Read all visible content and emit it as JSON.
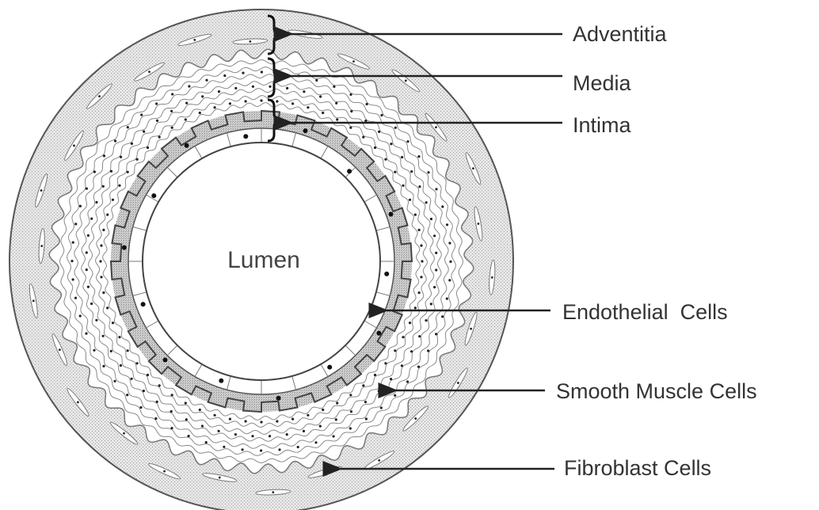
{
  "diagram": {
    "center_label": "Lumen",
    "labels": {
      "adventitia": "Adventitia",
      "media": "Media",
      "intima": "Intima",
      "endothelial": "Endothelial  Cells",
      "smooth_muscle": "Smooth Muscle Cells",
      "fibroblast": "Fibroblast Cells"
    },
    "colors": {
      "line": "#222222",
      "text": "#333333",
      "adventitia_fill": "#dcdcdc",
      "intima_fill": "#c8c8c8",
      "background": "#ffffff"
    }
  }
}
